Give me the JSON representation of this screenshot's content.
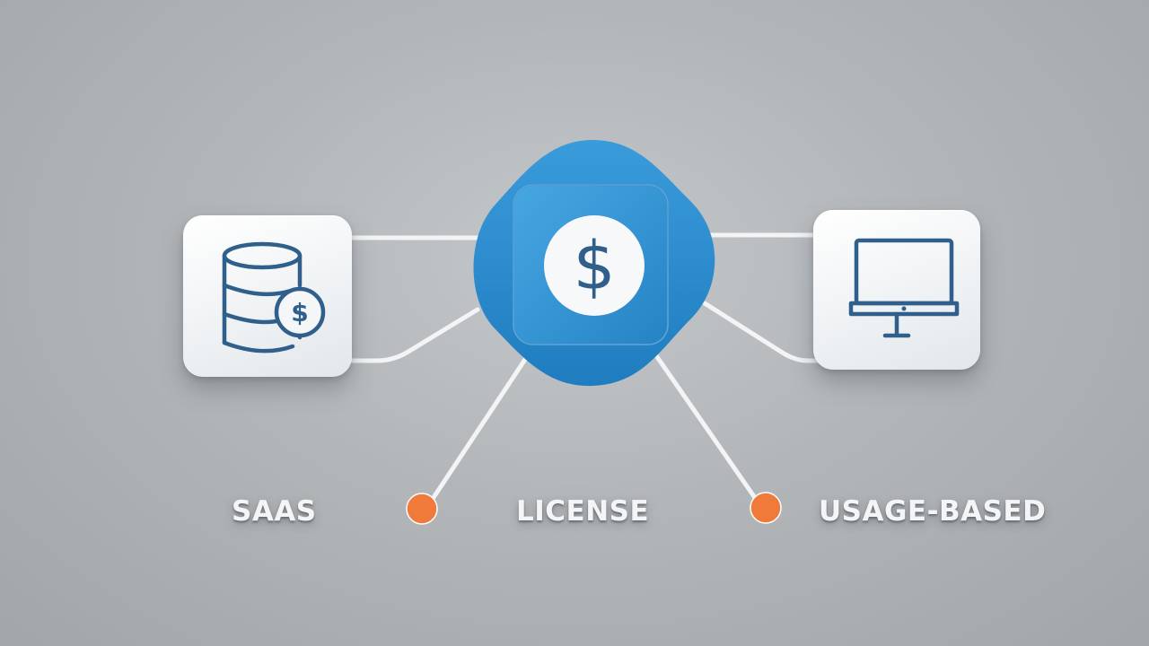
{
  "diagram": {
    "hub": {
      "icon": "dollar-coin-icon",
      "color": "#2e8ecf"
    },
    "left_card": {
      "icon": "database-dollar-icon"
    },
    "right_card": {
      "icon": "computer-monitor-icon"
    },
    "labels": {
      "saas": "SAAS",
      "license": "LICENSE",
      "usage_based": "USAGE-BASED"
    },
    "colors": {
      "accent_blue": "#2e8ecf",
      "node_orange": "#f07a3a",
      "icon_stroke": "#2f5f8a",
      "connector": "#f2f4f5"
    }
  }
}
